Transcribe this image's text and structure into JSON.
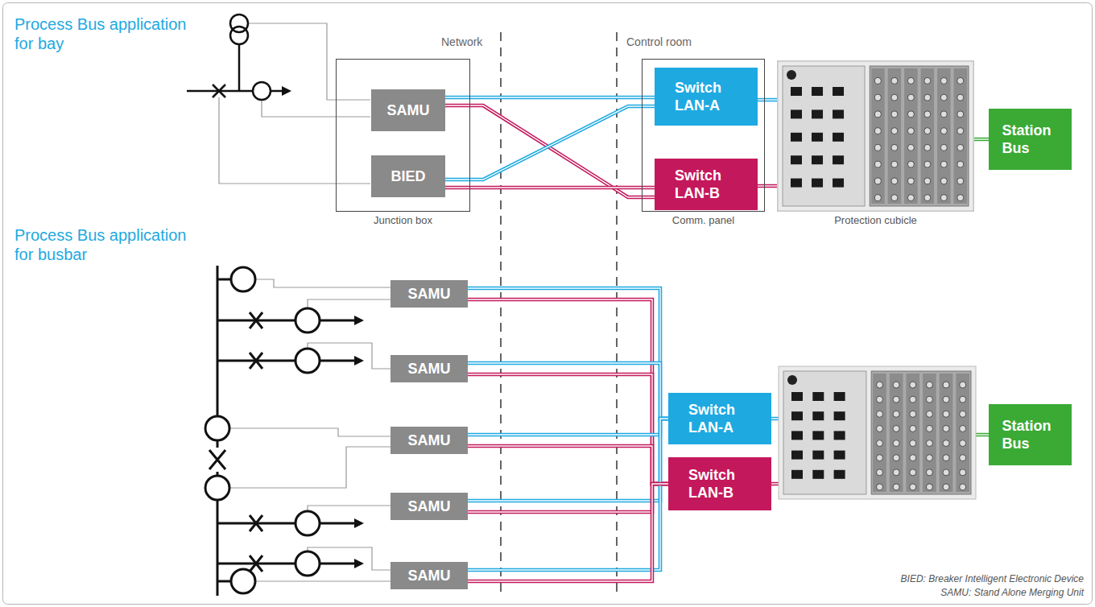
{
  "diagram": {
    "nodes": [
      {
        "text": [
          "Junction box"
        ]
      },
      {
        "text": [
          "SAMU"
        ],
        "in": 0
      },
      {
        "text": [
          "BIED"
        ],
        "in": 0
      },
      {
        "text": [
          "Comm. panel"
        ]
      },
      {
        "text": [
          "Switch LAN-A"
        ],
        "in": 3
      },
      {
        "text": [
          "Switch LAN-B"
        ],
        "in": 3
      },
      {
        "text": [
          "Protection cubicle"
        ]
      },
      {
        "text": [
          "Station Bus"
        ]
      },
      {
        "text": [
          "SAMU"
        ]
      },
      {
        "text": [
          "SAMU"
        ]
      },
      {
        "text": [
          "SAMU"
        ]
      },
      {
        "text": [
          "SAMU"
        ]
      },
      {
        "text": [
          "SAMU"
        ]
      },
      {
        "text": [
          "Switch LAN-A"
        ]
      },
      {
        "text": [
          "Switch LAN-B"
        ]
      },
      {
        "text": [
          "Station Bus"
        ]
      }
    ],
    "edges": [
      {
        "from": 1,
        "to": 4,
        "arrow": "none"
      },
      {
        "from": 1,
        "to": 5,
        "arrow": "none"
      },
      {
        "from": 2,
        "to": 4,
        "arrow": "none"
      },
      {
        "from": 2,
        "to": 5,
        "arrow": "none"
      },
      {
        "from": 4,
        "to": 6,
        "arrow": "none"
      },
      {
        "from": 5,
        "to": 6,
        "arrow": "none"
      },
      {
        "from": 6,
        "to": 7,
        "arrow": "none"
      },
      {
        "from": 8,
        "to": 13,
        "arrow": "none"
      },
      {
        "from": 8,
        "to": 14,
        "arrow": "none"
      },
      {
        "from": 9,
        "to": 13,
        "arrow": "none"
      },
      {
        "from": 9,
        "to": 14,
        "arrow": "none"
      },
      {
        "from": 10,
        "to": 13,
        "arrow": "none"
      },
      {
        "from": 10,
        "to": 14,
        "arrow": "none"
      },
      {
        "from": 11,
        "to": 13,
        "arrow": "none"
      },
      {
        "from": 11,
        "to": 14,
        "arrow": "none"
      },
      {
        "from": 12,
        "to": 13,
        "arrow": "none"
      },
      {
        "from": 12,
        "to": 14,
        "arrow": "none"
      }
    ],
    "labels": [
      "Process Bus application for bay",
      "Network",
      "Control room",
      "Process Bus application for busbar",
      "BIED: Breaker Intelligent Electronic Device",
      "SAMU: Stand Alone Merging Unit"
    ]
  }
}
